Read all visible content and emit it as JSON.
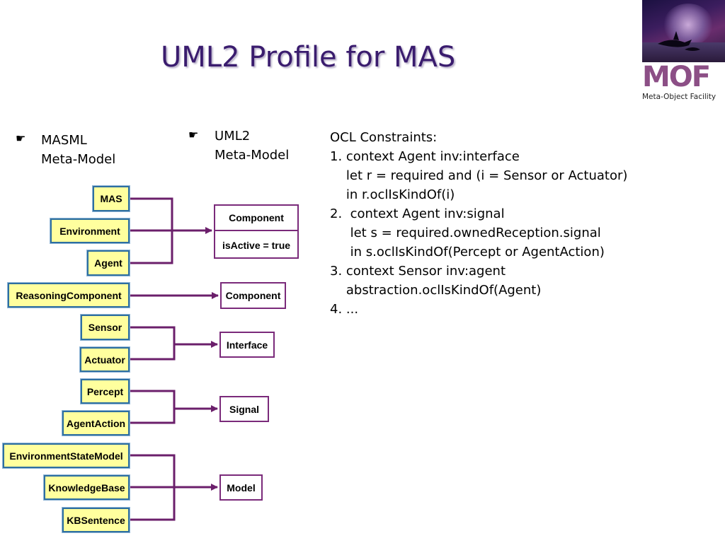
{
  "title": "UML2 Profile for MAS",
  "logo": {
    "letters": "MOF",
    "caption": "Meta-Object Facility"
  },
  "masml_label": {
    "bullet": "☛",
    "line1": "MASML",
    "line2": "Meta-Model"
  },
  "uml2_label": {
    "bullet": "☛",
    "line1": "UML2",
    "line2": "Meta-Model"
  },
  "ocl": {
    "lines": [
      "OCL Constraints:",
      "1. context Agent inv:interface",
      "    let r = required and (i = Sensor or Actuator)",
      "    in r.oclIsKindOf(i)",
      "2.  context Agent inv:signal",
      "     let s = required.ownedReception.signal",
      "     in s.oclIsKindOf(Percept or AgentAction)",
      "3. context Sensor inv:agent",
      "    abstraction.oclIsKindOf(Agent)",
      "4. ..."
    ]
  },
  "masml_elements": {
    "mas": "MAS",
    "environment": "Environment",
    "agent": "Agent",
    "reasoning_component": "ReasoningComponent",
    "sensor": "Sensor",
    "actuator": "Actuator",
    "percept": "Percept",
    "agent_action": "AgentAction",
    "environment_state_model": "EnvironmentStateModel",
    "knowledge_base": "KnowledgeBase",
    "kb_sentence": "KBSentence"
  },
  "uml2_elements": {
    "component_stereotype": {
      "name": "Component",
      "attribute": "isActive = true"
    },
    "component": "Component",
    "interface": "Interface",
    "signal": "Signal",
    "model": "Model"
  },
  "colors": {
    "title": "#3a1c6e",
    "masml_box_fill": "#ffff9e",
    "masml_box_border": "#2e6fa0",
    "uml2_box_border": "#7a2a7a",
    "connector": "#6b1f6b"
  }
}
